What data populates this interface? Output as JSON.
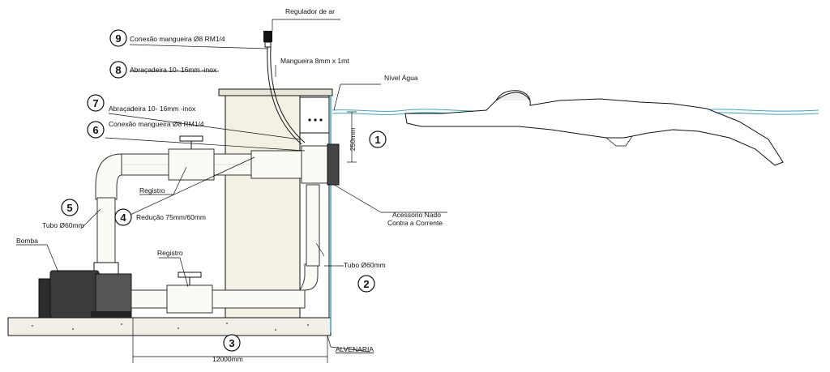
{
  "labels": {
    "regulador": "Regulador de ar",
    "conexao_top": "Conexão mangueira Ø8 RM1/4",
    "abracadeira_top": "Abraçadeira   10-  16mm  -inox",
    "mangueira": "Mangueira 8mm x 1mt",
    "nivel_agua": "Nível Água",
    "abracadeira_mid": "Abraçadeira   10-  16mm  -inox",
    "conexao_mid": "Conexão mangueira Ø8 RM1/4",
    "dim_250": "250mm",
    "registro_top": "Registro",
    "tubo_left": "Tubo Ø60mm",
    "reducao": "Redução 75mm/60mm",
    "acessorio_l1": "Acessorio Nado",
    "acessorio_l2": "Contra a Corrente",
    "bomba": "Bomba",
    "registro_bottom": "Registro",
    "tubo_right": "Tubo Ø60mm",
    "dim_12000": "12000mm",
    "alvenaria": "ALVENARIA"
  },
  "numbers": {
    "n1": "1",
    "n2": "2",
    "n3": "3",
    "n4": "4",
    "n5": "5",
    "n6": "6",
    "n7": "7",
    "n8": "8",
    "n9": "9"
  },
  "colors": {
    "water": "#3aa7c4",
    "wall_fill": "#f3f0e4",
    "line": "#111111"
  }
}
